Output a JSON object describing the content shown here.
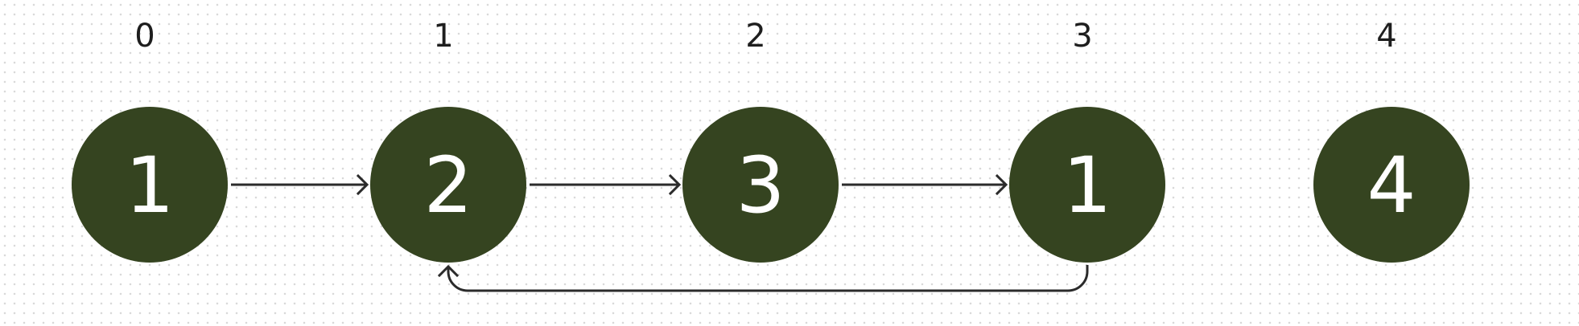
{
  "colors": {
    "node_fill": "#354420",
    "node_text": "#ffffff",
    "edge": "#2b2b2b",
    "index_text": "#1e1e1e"
  },
  "nodes": [
    {
      "index": "0",
      "value": "1"
    },
    {
      "index": "1",
      "value": "2"
    },
    {
      "index": "2",
      "value": "3"
    },
    {
      "index": "3",
      "value": "1"
    },
    {
      "index": "4",
      "value": "4"
    }
  ],
  "edges": [
    {
      "from": 0,
      "to": 1,
      "kind": "straight"
    },
    {
      "from": 1,
      "to": 2,
      "kind": "straight"
    },
    {
      "from": 2,
      "to": 3,
      "kind": "straight"
    },
    {
      "from": 3,
      "to": 1,
      "kind": "loop-below"
    }
  ]
}
